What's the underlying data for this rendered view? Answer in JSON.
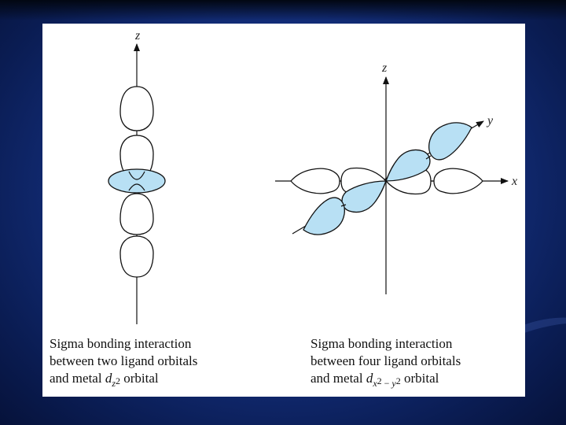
{
  "left_diagram": {
    "axis_z": "z",
    "caption": {
      "line1": "Sigma bonding interaction",
      "line2": "between two ligand orbitals",
      "line3_prefix": "and metal",
      "orbital_d": "d",
      "orbital_sub": "z",
      "orbital_sup": "2",
      "line3_suffix": "orbital"
    }
  },
  "right_diagram": {
    "axis_z": "z",
    "axis_y": "y",
    "axis_x": "x",
    "caption": {
      "line1": "Sigma bonding interaction",
      "line2": "between four ligand orbitals",
      "line3_prefix": "and metal",
      "orbital_d": "d",
      "orbital_sub_x": "x",
      "orbital_sup_x": "2",
      "orbital_minus": "−",
      "orbital_sub_y": "y",
      "orbital_sup_y": "2",
      "line3_suffix": "orbital"
    }
  },
  "colors": {
    "lobe_fill": "#b8e0f4",
    "lobe_stroke": "#111111",
    "panel": "#ffffff"
  }
}
